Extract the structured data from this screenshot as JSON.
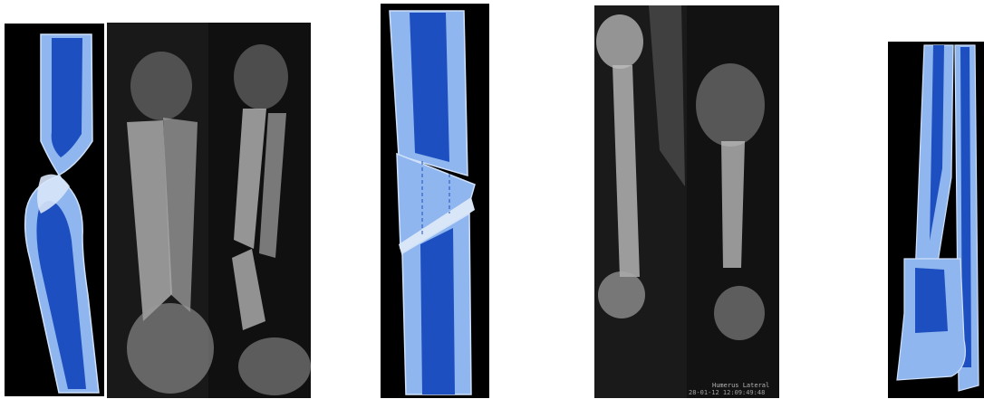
{
  "palette": {
    "background": "#ffffff",
    "panel_black": "#000000",
    "bone_light": "#8fb6ee",
    "bone_dark": "#1d4fc0",
    "fracture_tissue": "#d8e6f8",
    "xray_bg": "#141414",
    "xray_bone": "#c9c9c9"
  },
  "figures": [
    {
      "label": "diagram-1",
      "kind": "schematic",
      "subject": "bowed bone with plastic deformation"
    },
    {
      "label": "xray-1",
      "kind": "radiograph",
      "subject": "pediatric forearm, two views"
    },
    {
      "label": "diagram-2",
      "kind": "schematic",
      "subject": "transverse fracture with butterfly fragment"
    },
    {
      "label": "xray-2",
      "kind": "radiograph",
      "subject": "humerus, AP and lateral",
      "caption_1": "Humerus Lateral",
      "caption_2": "28-01-12 12:09:49:48"
    },
    {
      "label": "diagram-3",
      "kind": "schematic",
      "subject": "paired bones, distal fracture"
    }
  ]
}
